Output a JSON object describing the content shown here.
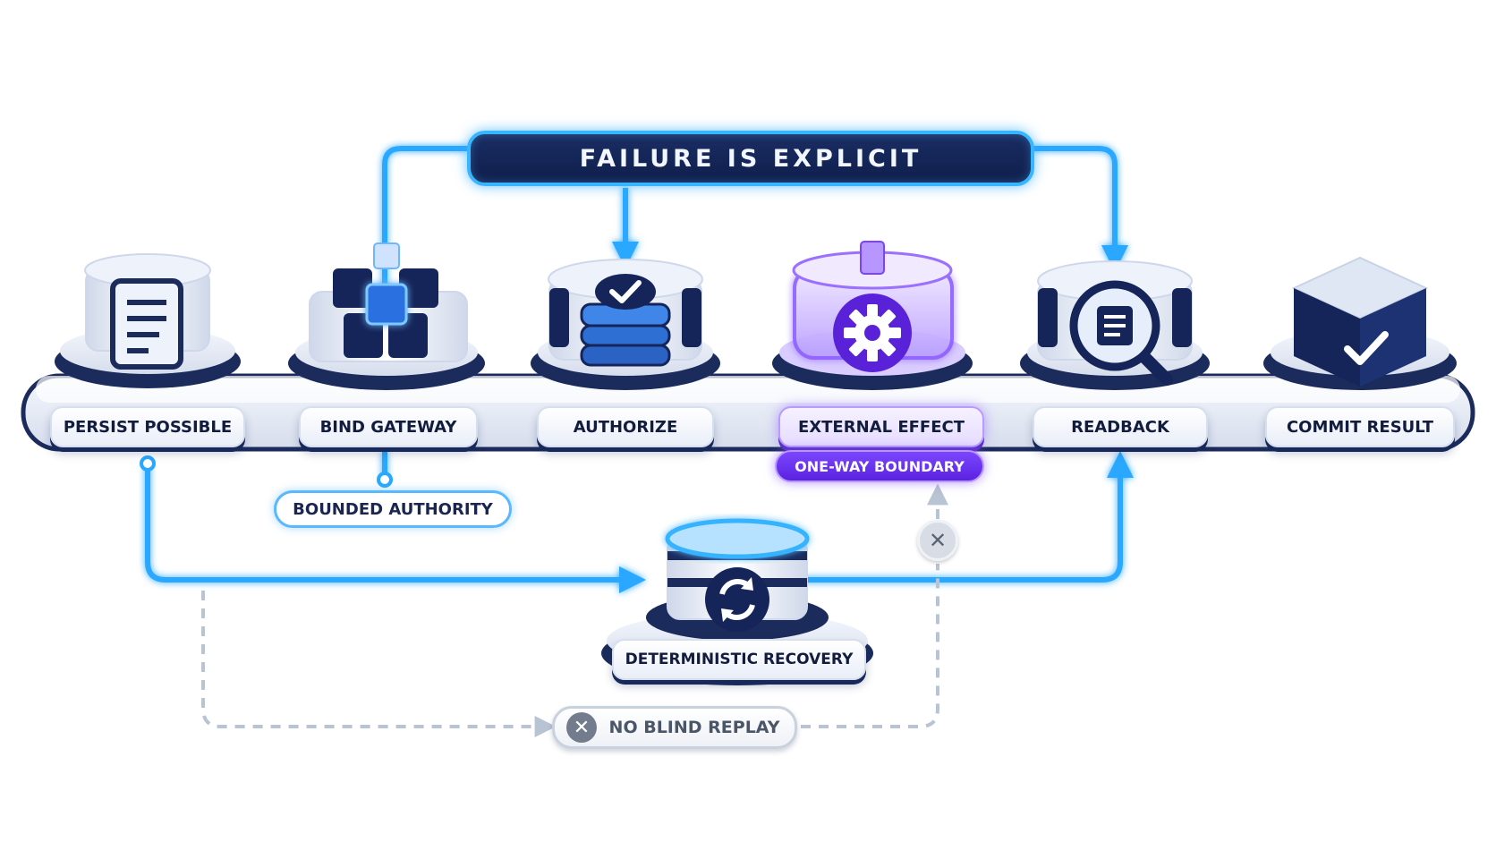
{
  "banner": {
    "label": "FAILURE IS EXPLICIT"
  },
  "stages": [
    {
      "id": "persist",
      "label": "PERSIST POSSIBLE",
      "icon": "document-icon"
    },
    {
      "id": "bind",
      "label": "BIND GATEWAY",
      "icon": "gateway-cube-icon"
    },
    {
      "id": "authorize",
      "label": "AUTHORIZE",
      "icon": "checkmark-database-icon"
    },
    {
      "id": "external",
      "label": "EXTERNAL EFFECT",
      "icon": "gear-icon"
    },
    {
      "id": "readback",
      "label": "READBACK",
      "icon": "magnifier-document-icon"
    },
    {
      "id": "commit",
      "label": "COMMIT RESULT",
      "icon": "checkmark-cube-icon"
    }
  ],
  "boundary": {
    "label": "ONE-WAY BOUNDARY"
  },
  "authority": {
    "label": "BOUNDED AUTHORITY"
  },
  "recovery": {
    "label": "DETERMINISTIC RECOVERY",
    "icon": "refresh-icon"
  },
  "replay": {
    "label": "NO BLIND REPLAY",
    "icon": "x-icon"
  },
  "colors": {
    "flow": "#29a8ff",
    "navy": "#16275a",
    "purple": "#7a44ff",
    "muted": "#b8c3d3"
  }
}
